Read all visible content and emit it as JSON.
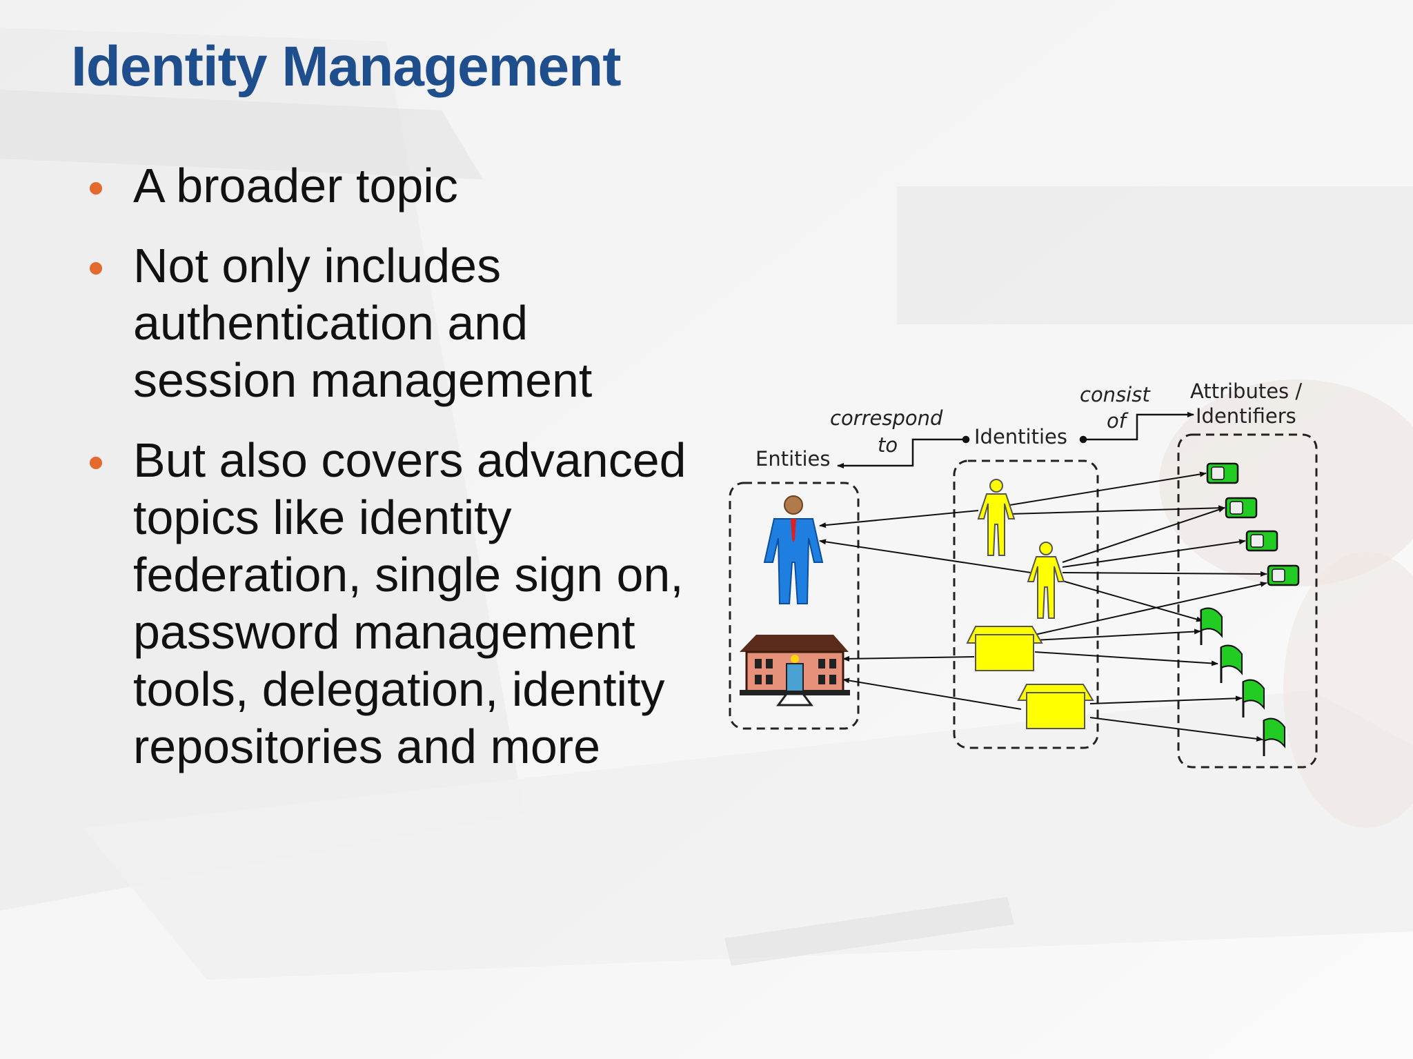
{
  "slide": {
    "title": "Identity Management",
    "bullets": [
      "A broader topic",
      "Not only includes authentication and session management",
      "But also covers advanced topics like identity federation, single sign on, password management tools, delegation, identity repositories and more"
    ],
    "bullet_color": "#e3692f",
    "title_color": "#1f4e8c"
  },
  "diagram": {
    "labels": {
      "entities": "Entities",
      "identities": "Identities",
      "attributes_line1": "Attributes /",
      "attributes_line2": "Identifiers",
      "correspond_line1": "correspond",
      "correspond_line2": "to",
      "consist_line1": "consist",
      "consist_line2": "of"
    },
    "icons": {
      "entity_person": "businessman-icon",
      "entity_org": "building-icon",
      "identity_person": "person-icon",
      "identity_org": "box-icon",
      "attribute_tag": "tag-icon",
      "attribute_flag": "flag-icon"
    },
    "colors": {
      "identity_fill": "#ffff00",
      "attribute_fill": "#22cc22",
      "person_blue": "#1e7fe0",
      "building_brick": "#e8917a"
    }
  }
}
